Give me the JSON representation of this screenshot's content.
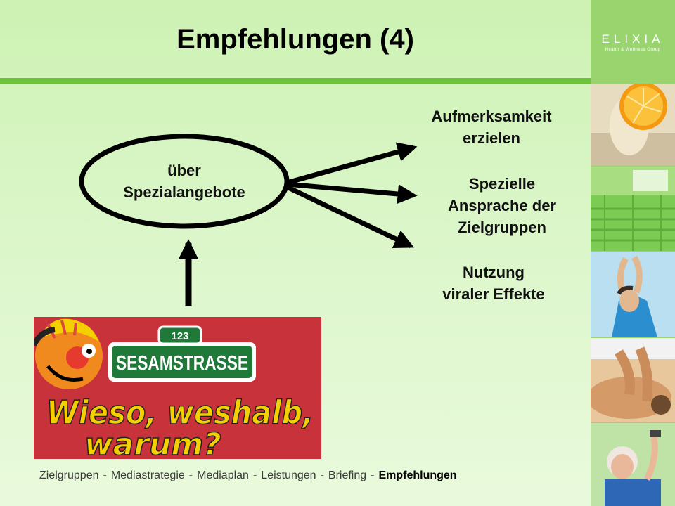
{
  "slide": {
    "title": "Empfehlungen (4)"
  },
  "brand": {
    "name": "ELIXIA",
    "tagline": "Health & Wellness Group"
  },
  "diagram": {
    "source": {
      "line1": "über",
      "line2": "Spezialangebote"
    },
    "targets": [
      {
        "line1": "Aufmerksamkeit",
        "line2": "erzielen"
      },
      {
        "line1": "Spezielle",
        "line2": "Ansprache der",
        "line3": "Zielgruppen"
      },
      {
        "line1": "Nutzung",
        "line2": "viraler Effekte"
      }
    ]
  },
  "sesame": {
    "badge_number": "123",
    "sign_text": "SESAMSTRASSE",
    "slogan_line1": "Wieso, weshalb,",
    "slogan_line2": "warum?"
  },
  "footer": {
    "items": [
      "Zielgruppen",
      "Mediastrategie",
      "Mediaplan",
      "Leistungen",
      "Briefing",
      "Empfehlungen"
    ],
    "separator": "-"
  },
  "colors": {
    "title_bar": "#6cc23a",
    "sidebar": "#9ad46e",
    "sesame_bg": "#c8323a",
    "sign_green": "#1f7a3a",
    "slogan_yellow": "#f4d000"
  },
  "icons": [
    "photo-orange-icon",
    "photo-sauna-icon",
    "photo-yoga-icon",
    "photo-massage-icon",
    "photo-senior-icon"
  ]
}
